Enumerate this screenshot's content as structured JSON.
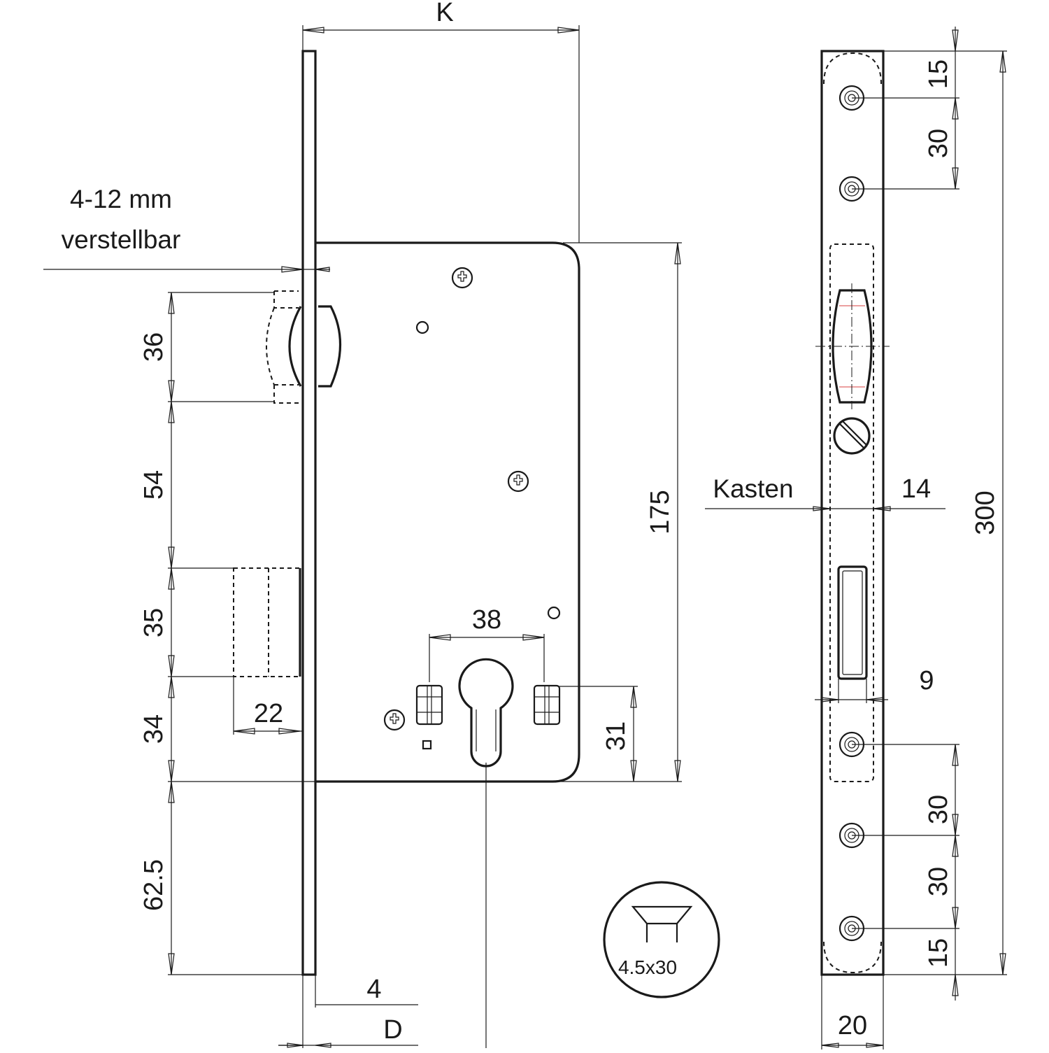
{
  "drawing": {
    "dims": {
      "K": "K",
      "adjust_line1": "4-12 mm",
      "adjust_line2": "verstellbar",
      "d36": "36",
      "d54": "54",
      "d35": "35",
      "d34": "34",
      "d62_5": "62.5",
      "d22": "22",
      "d38": "38",
      "d31": "31",
      "d175": "175",
      "d4": "4",
      "D": "D",
      "kasten": "Kasten",
      "d14": "14",
      "d9": "9",
      "d300": "300",
      "d15_top": "15",
      "d30_top": "30",
      "d30_bottom_a": "30",
      "d30_bottom_b": "30",
      "d15_bottom": "15",
      "d20": "20"
    },
    "screw_detail": {
      "label": "4.5x30"
    }
  }
}
